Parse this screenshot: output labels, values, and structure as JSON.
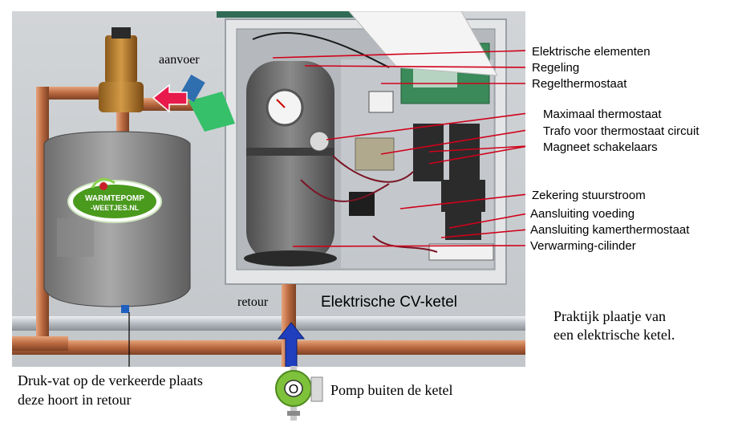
{
  "labels": {
    "elementen": "Elektrische elementen",
    "regeling": "Regeling",
    "regelthermostaat": "Regelthermostaat",
    "maximaal": "Maximaal thermostaat",
    "trafo": "Trafo voor thermostaat circuit",
    "magneet": "Magneet schakelaars",
    "zekering": "Zekering stuurstroom",
    "voeding": "Aansluiting voeding",
    "kamer": "Aansluiting kamerthermostaat",
    "cilinder": "Verwarming-cilinder"
  },
  "aanvoer": "aanvoer",
  "retour": "retour",
  "ketel_title": "Elektrische CV-ketel",
  "caption": {
    "line1": "Praktijk plaatje van",
    "line2": "een elektrische ketel."
  },
  "drukvat": {
    "line1": "Druk-vat op de verkeerde plaats",
    "line2": "deze hoort in retour"
  },
  "pomp": "Pomp buiten de ketel",
  "pomp_symbol": "O",
  "logo": {
    "line1": "WARMTEPOMP",
    "line2": "-WEETJES.NL"
  },
  "colors": {
    "pointer_line": "#d0021b",
    "supply_arrow": "#e8194b",
    "return_arrow": "#1f3fbf",
    "pump_green": "#7ec13b",
    "logo_green": "#4a9a1e"
  },
  "icons": {
    "supply": "arrow-left-icon",
    "return": "arrow-up-icon",
    "pump": "pump-icon"
  }
}
